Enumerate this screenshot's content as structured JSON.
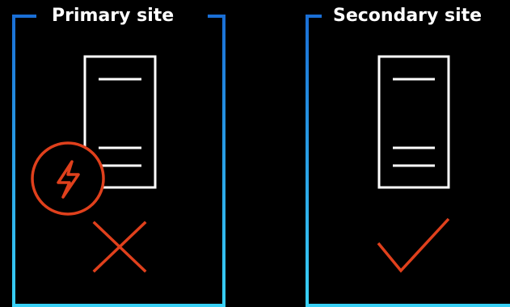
{
  "sites": [
    {
      "title": "Primary site",
      "status": "failed",
      "status_icon": "x-icon",
      "alert_icon": "lightning-bolt-icon",
      "server_icon": "server-icon"
    },
    {
      "title": "Secondary site",
      "status": "healthy",
      "status_icon": "checkmark-icon",
      "server_icon": "server-icon"
    }
  ],
  "colors": {
    "background": "#000000",
    "frame_gradient_top": "#1a6fd6",
    "frame_gradient_bottom": "#38d0f5",
    "server_stroke": "#ffffff",
    "alert_color": "#e0401c"
  }
}
